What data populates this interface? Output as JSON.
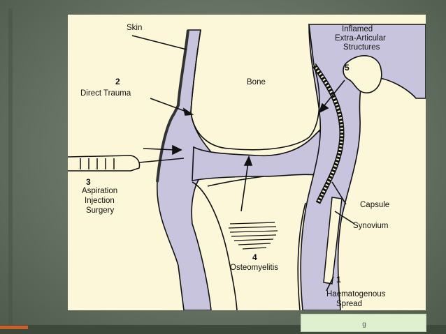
{
  "labels": {
    "skin": "Skin",
    "inflamed_line1": "Inflamed",
    "inflamed_line2": "Extra-Articular",
    "inflamed_line3": "Structures",
    "num5": "5",
    "bone": "Bone",
    "num2": "2",
    "direct_trauma": "Direct Trauma",
    "num3": "3",
    "aspiration": "Aspiration",
    "injection": "Injection",
    "surgery": "Surgery",
    "capsule": "Capsule",
    "synovium": "Synovium",
    "num4": "4",
    "osteomyelitis": "Osteomyelitis",
    "num1": "1",
    "haematogenous": "Haematogenous",
    "spread": "Spread"
  },
  "footer": {
    "text": "g"
  },
  "colors": {
    "figure_bg": "#fcf7d9",
    "tissue": "#c9c4dd",
    "outline": "#111111",
    "slide_bg": "#667263",
    "footer_box": "#dff0cf"
  }
}
